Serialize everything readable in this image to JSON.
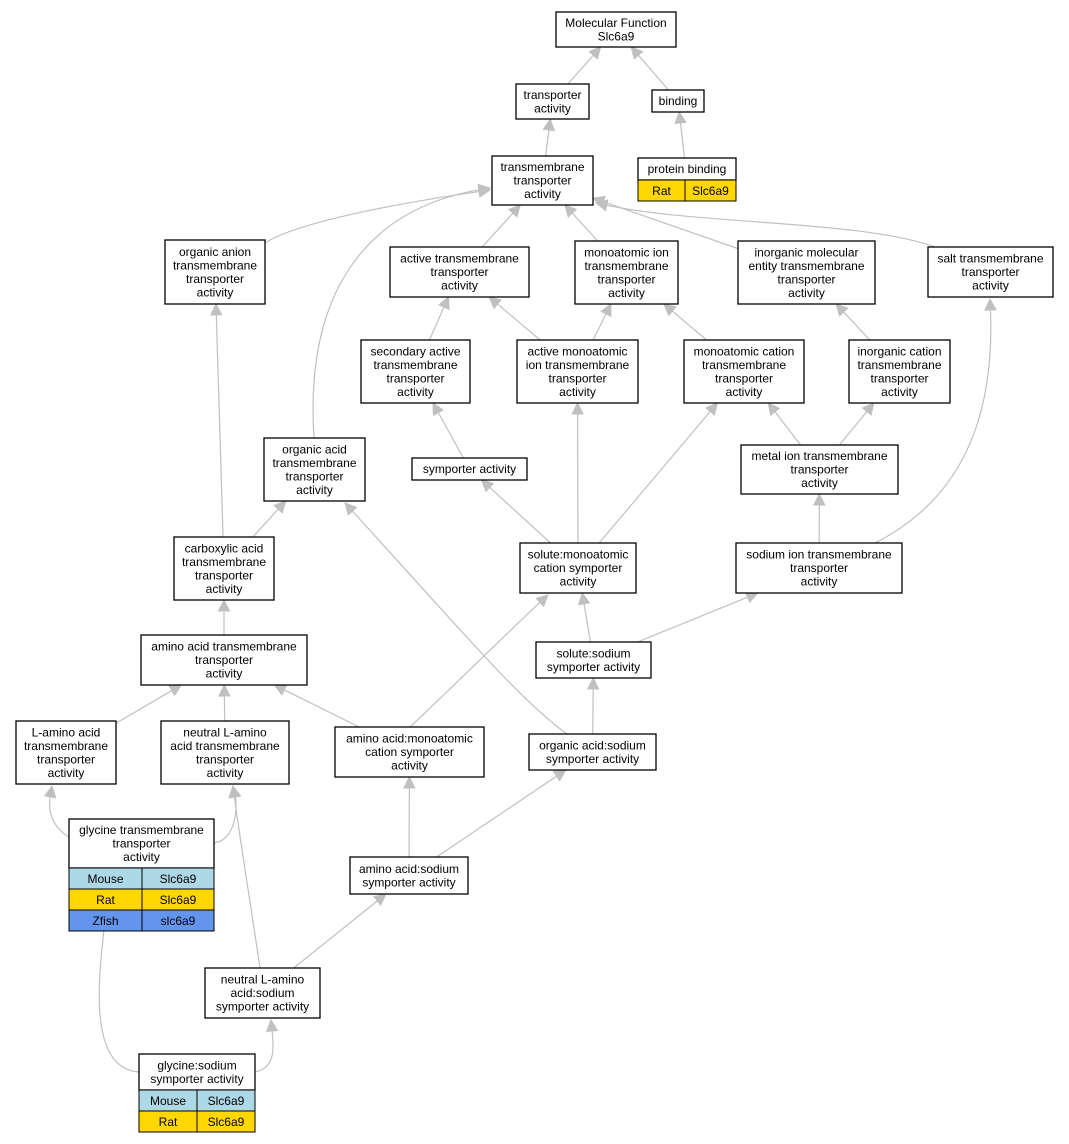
{
  "colors": {
    "Mouse": "#add8e6",
    "Rat": "#ffd700",
    "Zfish": "#6495ed",
    "edge": "#c0c0c0"
  },
  "nodes": {
    "mf": {
      "lines": [
        "Molecular Function",
        "Slc6a9"
      ]
    },
    "transporter": {
      "lines": [
        "transporter",
        "activity"
      ]
    },
    "binding": {
      "lines": [
        "binding"
      ]
    },
    "transmembrane": {
      "lines": [
        "transmembrane",
        "transporter",
        "activity"
      ]
    },
    "protein_binding": {
      "lines": [
        "protein binding"
      ],
      "rows": [
        [
          "Rat",
          "Slc6a9"
        ]
      ]
    },
    "organic_anion": {
      "lines": [
        "organic anion",
        "transmembrane",
        "transporter",
        "activity"
      ]
    },
    "active_tm": {
      "lines": [
        "active transmembrane",
        "transporter",
        "activity"
      ]
    },
    "monoatomic_ion": {
      "lines": [
        "monoatomic ion",
        "transmembrane",
        "transporter",
        "activity"
      ]
    },
    "inorganic_mol": {
      "lines": [
        "inorganic molecular",
        "entity transmembrane",
        "transporter",
        "activity"
      ]
    },
    "salt_tm": {
      "lines": [
        "salt transmembrane",
        "transporter",
        "activity"
      ]
    },
    "secondary_active": {
      "lines": [
        "secondary active",
        "transmembrane",
        "transporter",
        "activity"
      ]
    },
    "active_monoatomic": {
      "lines": [
        "active monoatomic",
        "ion transmembrane",
        "transporter",
        "activity"
      ]
    },
    "monoatomic_cation": {
      "lines": [
        "monoatomic cation",
        "transmembrane",
        "transporter",
        "activity"
      ]
    },
    "inorganic_cation": {
      "lines": [
        "inorganic cation",
        "transmembrane",
        "transporter",
        "activity"
      ]
    },
    "organic_acid": {
      "lines": [
        "organic acid",
        "transmembrane",
        "transporter",
        "activity"
      ]
    },
    "symporter": {
      "lines": [
        "symporter activity"
      ]
    },
    "metal_ion": {
      "lines": [
        "metal ion transmembrane",
        "transporter",
        "activity"
      ]
    },
    "carboxylic": {
      "lines": [
        "carboxylic acid",
        "transmembrane",
        "transporter",
        "activity"
      ]
    },
    "solute_monoatomic": {
      "lines": [
        "solute:monoatomic",
        "cation symporter",
        "activity"
      ]
    },
    "sodium_ion": {
      "lines": [
        "sodium ion transmembrane",
        "transporter",
        "activity"
      ]
    },
    "amino_acid_tm": {
      "lines": [
        "amino acid transmembrane",
        "transporter",
        "activity"
      ]
    },
    "solute_sodium": {
      "lines": [
        "solute:sodium",
        "symporter activity"
      ]
    },
    "l_amino": {
      "lines": [
        "L-amino acid",
        "transmembrane",
        "transporter",
        "activity"
      ]
    },
    "neutral_l_amino": {
      "lines": [
        "neutral L-amino",
        "acid transmembrane",
        "transporter",
        "activity"
      ]
    },
    "aa_monoatomic": {
      "lines": [
        "amino acid:monoatomic",
        "cation symporter",
        "activity"
      ]
    },
    "organic_acid_sodium": {
      "lines": [
        "organic acid:sodium",
        "symporter activity"
      ]
    },
    "glycine_tm": {
      "lines": [
        "glycine transmembrane",
        "transporter",
        "activity"
      ],
      "rows": [
        [
          "Mouse",
          "Slc6a9"
        ],
        [
          "Rat",
          "Slc6a9"
        ],
        [
          "Zfish",
          "slc6a9"
        ]
      ]
    },
    "aa_sodium": {
      "lines": [
        "amino acid:sodium",
        "symporter activity"
      ]
    },
    "neutral_sodium": {
      "lines": [
        "neutral L-amino",
        "acid:sodium",
        "symporter activity"
      ]
    },
    "glycine_sodium": {
      "lines": [
        "glycine:sodium",
        "symporter activity"
      ],
      "rows": [
        [
          "Mouse",
          "Slc6a9"
        ],
        [
          "Rat",
          "Slc6a9"
        ]
      ]
    }
  },
  "edges": [
    [
      "transporter",
      "mf"
    ],
    [
      "binding",
      "mf"
    ],
    [
      "transmembrane",
      "transporter"
    ],
    [
      "protein_binding",
      "binding"
    ],
    [
      "organic_anion",
      "transmembrane"
    ],
    [
      "active_tm",
      "transmembrane"
    ],
    [
      "monoatomic_ion",
      "transmembrane"
    ],
    [
      "inorganic_mol",
      "transmembrane"
    ],
    [
      "salt_tm",
      "transmembrane"
    ],
    [
      "organic_acid",
      "transmembrane"
    ],
    [
      "secondary_active",
      "active_tm"
    ],
    [
      "active_monoatomic",
      "active_tm"
    ],
    [
      "active_monoatomic",
      "monoatomic_ion"
    ],
    [
      "monoatomic_cation",
      "monoatomic_ion"
    ],
    [
      "inorganic_cation",
      "inorganic_mol"
    ],
    [
      "symporter",
      "secondary_active"
    ],
    [
      "metal_ion",
      "monoatomic_cation"
    ],
    [
      "metal_ion",
      "inorganic_cation"
    ],
    [
      "carboxylic",
      "organic_anion"
    ],
    [
      "carboxylic",
      "organic_acid"
    ],
    [
      "solute_monoatomic",
      "symporter"
    ],
    [
      "solute_monoatomic",
      "active_monoatomic"
    ],
    [
      "solute_monoatomic",
      "monoatomic_cation"
    ],
    [
      "sodium_ion",
      "metal_ion"
    ],
    [
      "sodium_ion",
      "salt_tm"
    ],
    [
      "amino_acid_tm",
      "carboxylic"
    ],
    [
      "solute_sodium",
      "solute_monoatomic"
    ],
    [
      "solute_sodium",
      "sodium_ion"
    ],
    [
      "l_amino",
      "amino_acid_tm"
    ],
    [
      "neutral_l_amino",
      "amino_acid_tm"
    ],
    [
      "aa_monoatomic",
      "amino_acid_tm"
    ],
    [
      "aa_monoatomic",
      "solute_monoatomic"
    ],
    [
      "organic_acid_sodium",
      "solute_sodium"
    ],
    [
      "organic_acid_sodium",
      "organic_acid"
    ],
    [
      "glycine_tm",
      "l_amino"
    ],
    [
      "glycine_tm",
      "neutral_l_amino"
    ],
    [
      "aa_sodium",
      "aa_monoatomic"
    ],
    [
      "aa_sodium",
      "organic_acid_sodium"
    ],
    [
      "neutral_sodium",
      "aa_sodium"
    ],
    [
      "neutral_sodium",
      "neutral_l_amino"
    ],
    [
      "glycine_sodium",
      "glycine_tm"
    ],
    [
      "glycine_sodium",
      "neutral_sodium"
    ]
  ]
}
